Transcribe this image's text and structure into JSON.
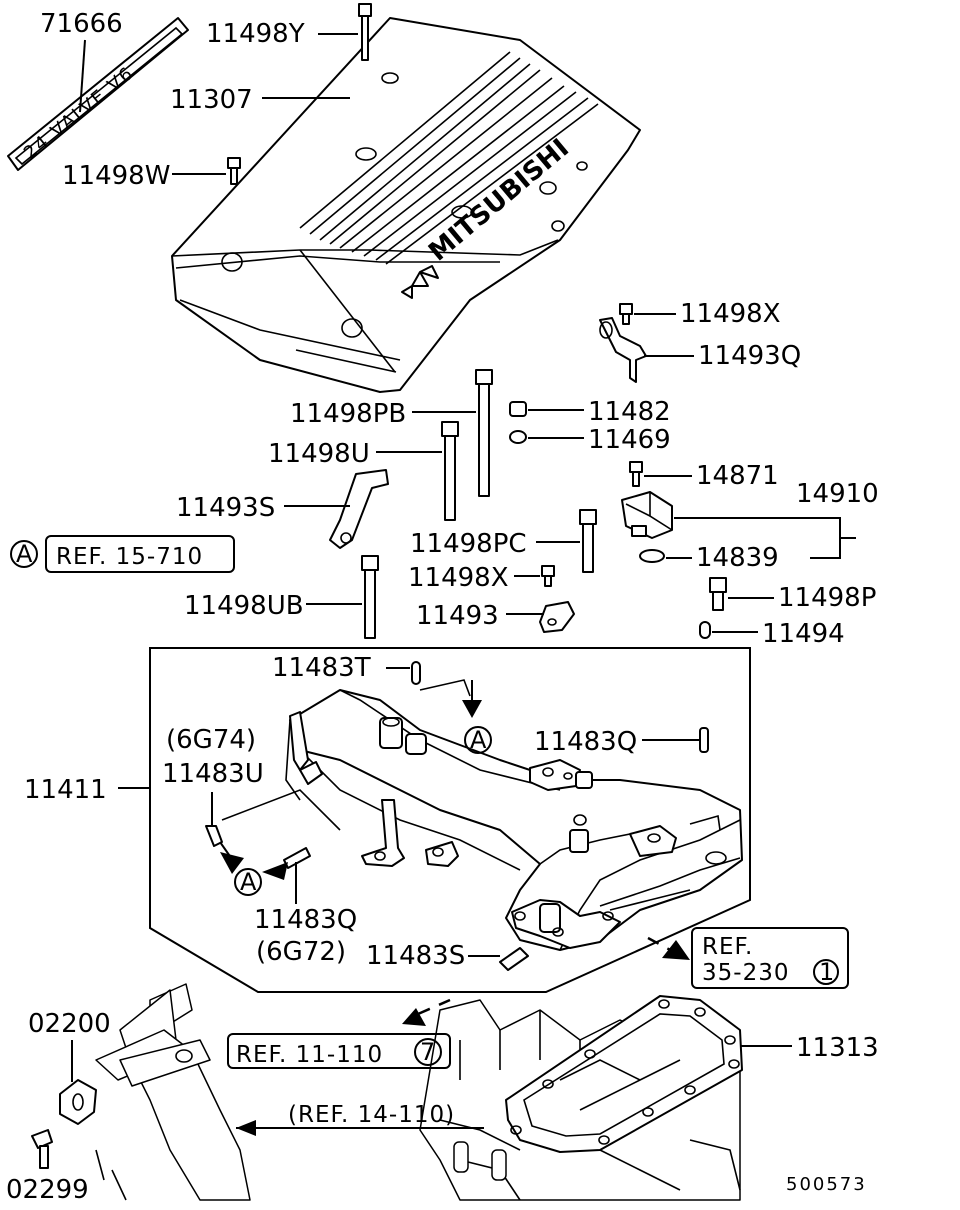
{
  "parts": {
    "p71666": "71666",
    "p11498Y": "11498Y",
    "p11307": "11307",
    "p11498W": "11498W",
    "p11498X_top": "11498X",
    "p11493Q": "11493Q",
    "p11498PB": "11498PB",
    "p11482": "11482",
    "p11469": "11469",
    "p11498U": "11498U",
    "p14871": "14871",
    "p14910": "14910",
    "p11493S": "11493S",
    "p11498PC": "11498PC",
    "p14839": "14839",
    "p11498X_mid": "11498X",
    "p11498UB": "11498UB",
    "p11498P": "11498P",
    "p11493": "11493",
    "p11494": "11494",
    "p11483T": "11483T",
    "p11483Q_right": "11483Q",
    "p6G74": "(6G74)",
    "p11483U": "11483U",
    "p11411": "11411",
    "p11483Q_left": "11483Q",
    "p6G72": "(6G72)",
    "p11483S": "11483S",
    "p02200": "02200",
    "p11313": "11313",
    "p02299": "02299"
  },
  "refs": {
    "ref1": "REF. 15-710",
    "ref1_marker": "A",
    "ref2_line1": "REF.",
    "ref2_line2": "35-230",
    "ref2_circle": "1",
    "ref3": "REF. 11-110",
    "ref3_circle": "7",
    "ref4": "(REF. 14-110)",
    "marker_a": "A"
  },
  "cover": {
    "brand": "MITSUBISHI",
    "emblem_text": "24 VALVE V6"
  },
  "diagram_code": "500573"
}
